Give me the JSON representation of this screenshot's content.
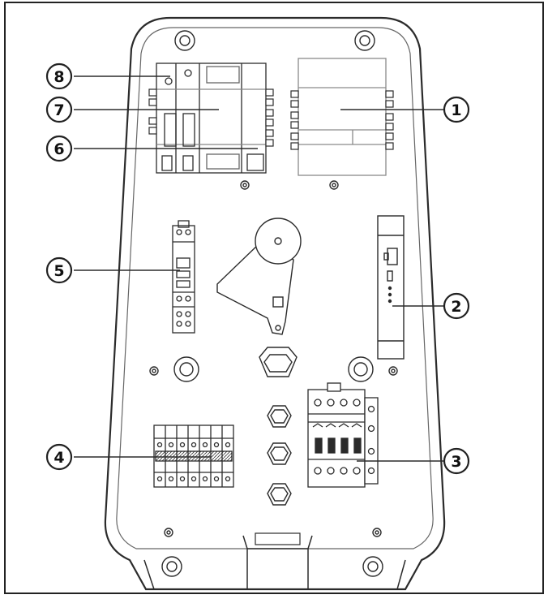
{
  "diagram": {
    "callouts": [
      {
        "id": "callout-1",
        "label": "1"
      },
      {
        "id": "callout-2",
        "label": "2"
      },
      {
        "id": "callout-3",
        "label": "3"
      },
      {
        "id": "callout-4",
        "label": "4"
      },
      {
        "id": "callout-5",
        "label": "5"
      },
      {
        "id": "callout-6",
        "label": "6"
      },
      {
        "id": "callout-7",
        "label": "7"
      },
      {
        "id": "callout-8",
        "label": "8"
      }
    ],
    "colors": {
      "stroke": "#2b2b2b",
      "light_stroke": "#8a8a8a",
      "background": "#ffffff"
    }
  }
}
